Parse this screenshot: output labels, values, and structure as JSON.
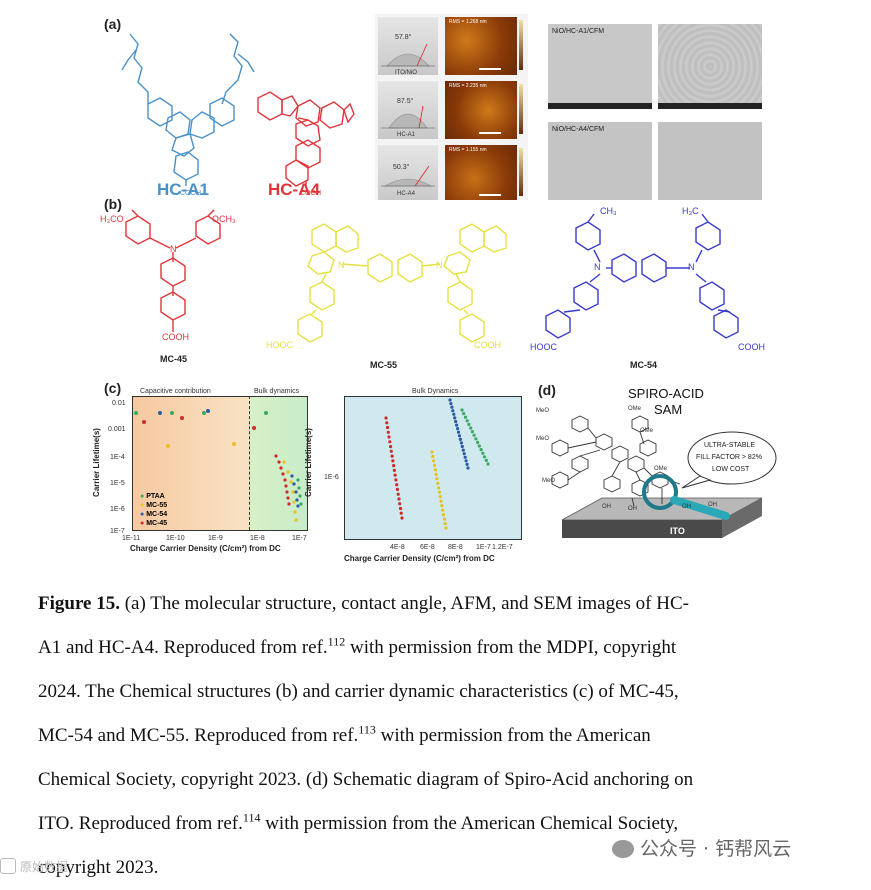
{
  "panels": {
    "a": {
      "tag": "(a)",
      "molecule_labels": [
        "HC-A1",
        "HC-A4"
      ],
      "cooh": "COOH",
      "contact_angles": [
        "57.8°",
        "87.5°",
        "50.3°"
      ],
      "substrates": [
        "ITO/NiO",
        "HC-A1",
        "HC-A4"
      ],
      "rms": [
        "RMS = 1.268 nm",
        "RMS = 2.235 nm",
        "RMS = 1.155 nm"
      ],
      "sem_labels": [
        "NiO/HC-A1/CFM",
        "NiO/HC-A4/CFM"
      ],
      "colors": {
        "hca1": "#4a90c9",
        "hca4": "#e0343a"
      }
    },
    "b": {
      "tag": "(b)",
      "molecules": [
        "MC-45",
        "MC-55",
        "MC-54"
      ],
      "groups": {
        "h3co": "H₃CO",
        "och3": "OCH₃",
        "ch3": "CH₃",
        "h3c": "H₃C",
        "cooh": "COOH",
        "hooc": "HOOC"
      },
      "colors": {
        "mc45": "#e0343a",
        "mc55": "#e6e040",
        "mc54": "#3a3ad0"
      }
    },
    "c": {
      "tag": "(c)",
      "region_labels": [
        "Capacitive contribution",
        "Bulk dynamics"
      ],
      "right_title": "Bulk Dynamics",
      "ylabel": "Carrier Lifetime(s)",
      "xlabel": "Charge Carrier Density (C/cm²) from DC",
      "left_yticks": [
        "0.01",
        "0.001",
        "1E-4",
        "1E-5",
        "1E-6",
        "1E-7"
      ],
      "left_xticks": [
        "1E-11",
        "1E-10",
        "1E-9",
        "1E-8",
        "1E-7"
      ],
      "right_ytick": "1E-6",
      "right_xticks": [
        "4E-8",
        "6E-8",
        "8E-8",
        "1E-7",
        "1.2E-7"
      ],
      "legend": [
        "PTAA",
        "MC-55",
        "MC-54",
        "MC-45"
      ],
      "colors": {
        "PTAA": "#3aa860",
        "MC-55": "#e8c020",
        "MC-54": "#2a5aa8",
        "MC-45": "#d02a2a"
      }
    },
    "d": {
      "tag": "(d)",
      "title1": "SPIRO-ACID",
      "title2": "SAM",
      "bubble": [
        "ULTRA-STABLE",
        "FILL FACTOR > 82%",
        "LOW COST"
      ],
      "substrate": "ITO",
      "ome": "OMe",
      "meo": "MeO",
      "oh": "OH"
    }
  },
  "caption": {
    "fig_label": "Figure 15.",
    "line1": " (a) The molecular structure, contact angle, AFM, and SEM images of HC-",
    "line2a": "A1 and HC-A4. Reproduced from ref.",
    "ref1": "112",
    "line2b": " with permission from the MDPI, copyright",
    "line3": "2024. The Chemical structures (b) and carrier dynamic characteristics (c) of MC-45,",
    "line4a": "MC-54 and MC-55. Reproduced from ref.",
    "ref2": "113",
    "line4b": " with permission from the American",
    "line5": "Chemical Society, copyright 2023. (d) Schematic diagram of Spiro-Acid anchoring on",
    "line6a": "ITO. Reproduced from ref.",
    "ref3": "114",
    "line6b": " with permission from the American Chemical Society,",
    "line7": "copyright 2023."
  },
  "watermark": {
    "main": "公众号 · 钙帮风云",
    "corner": "原始数据"
  }
}
